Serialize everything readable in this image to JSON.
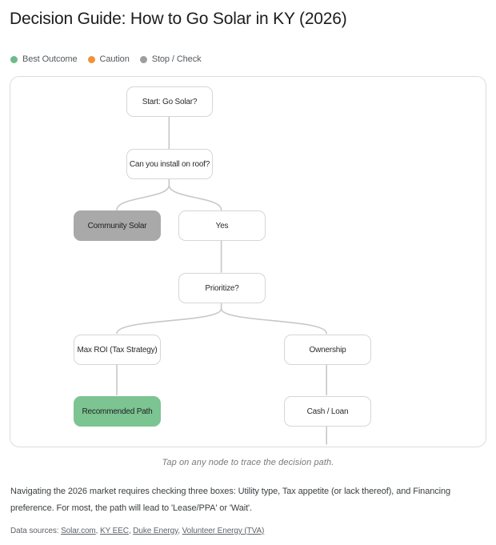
{
  "page": {
    "title": "Decision Guide: How to Go Solar in KY (2026)",
    "caption": "Tap on any node to trace the decision path.",
    "description": "Navigating the 2026 market requires checking three boxes: Utility type, Tax appetite (or lack thereof), and Financing preference. For most, the path will lead to 'Lease/PPA' or 'Wait'.",
    "sources_prefix": "Data sources:",
    "sources": [
      "Solar.com",
      "KY EEC",
      "Duke Energy",
      "Volunteer Energy (TVA)"
    ]
  },
  "legend": {
    "items": [
      {
        "label": "Best Outcome",
        "color": "#6cbc8b"
      },
      {
        "label": "Caution",
        "color": "#f0923c"
      },
      {
        "label": "Stop / Check",
        "color": "#9e9e9e"
      }
    ]
  },
  "flowchart": {
    "nodes": [
      {
        "id": "start",
        "label": "Start: Go Solar?",
        "status": "default"
      },
      {
        "id": "roof",
        "label": "Can you install on roof?",
        "status": "default"
      },
      {
        "id": "community-solar",
        "label": "Community Solar",
        "status": "stop-check"
      },
      {
        "id": "yes",
        "label": "Yes",
        "status": "default"
      },
      {
        "id": "prioritize",
        "label": "Prioritize?",
        "status": "default"
      },
      {
        "id": "max-roi",
        "label": "Max ROI (Tax Strategy)",
        "status": "default"
      },
      {
        "id": "ownership",
        "label": "Ownership",
        "status": "default"
      },
      {
        "id": "recommended-path",
        "label": "Recommended Path",
        "status": "best-outcome"
      },
      {
        "id": "cash-loan",
        "label": "Cash / Loan",
        "status": "default"
      }
    ],
    "edges": [
      [
        "start",
        "roof"
      ],
      [
        "roof",
        "community-solar"
      ],
      [
        "roof",
        "yes"
      ],
      [
        "yes",
        "prioritize"
      ],
      [
        "prioritize",
        "max-roi"
      ],
      [
        "prioritize",
        "ownership"
      ],
      [
        "max-roi",
        "recommended-path"
      ],
      [
        "ownership",
        "cash-loan"
      ]
    ]
  },
  "colors": {
    "best_outcome": "#7cc492",
    "caution": "#f0923c",
    "stop_check": "#a9a9a9",
    "node_border": "#d6d6d6",
    "connector": "#c7c7c7",
    "text_primary": "#1f1f1f",
    "text_secondary": "#5f6368"
  }
}
